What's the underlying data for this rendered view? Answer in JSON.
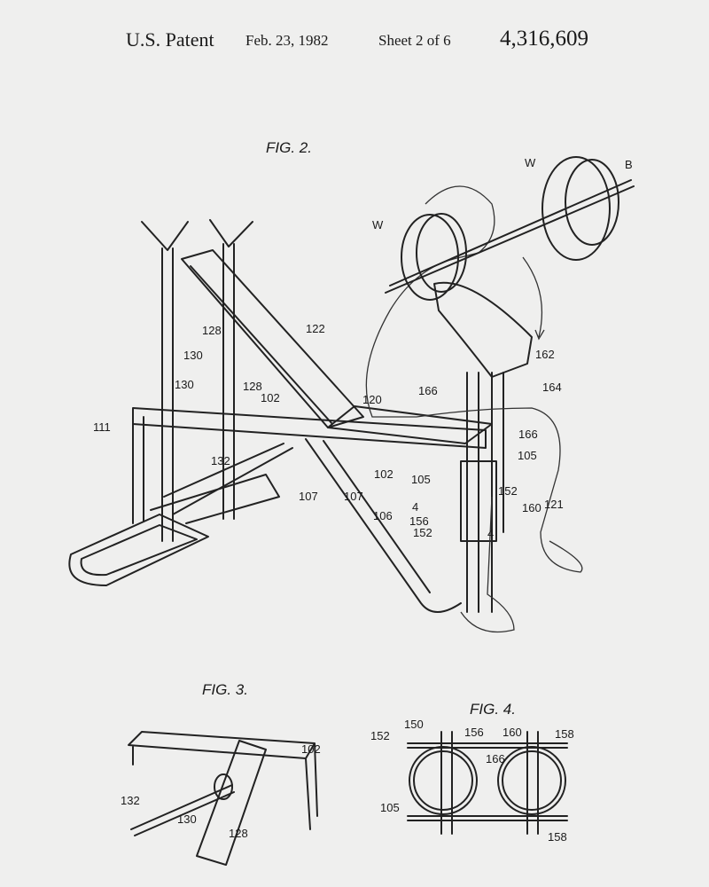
{
  "header": {
    "title": "U.S. Patent",
    "date": "Feb. 23, 1982",
    "sheet": "Sheet 2 of 6",
    "number": "4,316,609"
  },
  "figures": {
    "fig2": "FIG. 2.",
    "fig3": "FIG. 3.",
    "fig4": "FIG. 4."
  },
  "fig2_labels": [
    "W",
    "B",
    "W",
    "128",
    "122",
    "130",
    "130",
    "128",
    "102",
    "162",
    "164",
    "166",
    "120",
    "111",
    "166",
    "105",
    "132",
    "102",
    "105",
    "152",
    "107",
    "107",
    "4",
    "156",
    "160",
    "4",
    "152",
    "106",
    "121"
  ],
  "fig3_labels": [
    "102",
    "132",
    "130",
    "128"
  ],
  "fig4_labels": [
    "150",
    "156",
    "160",
    "158",
    "152",
    "166",
    "105",
    "158"
  ]
}
